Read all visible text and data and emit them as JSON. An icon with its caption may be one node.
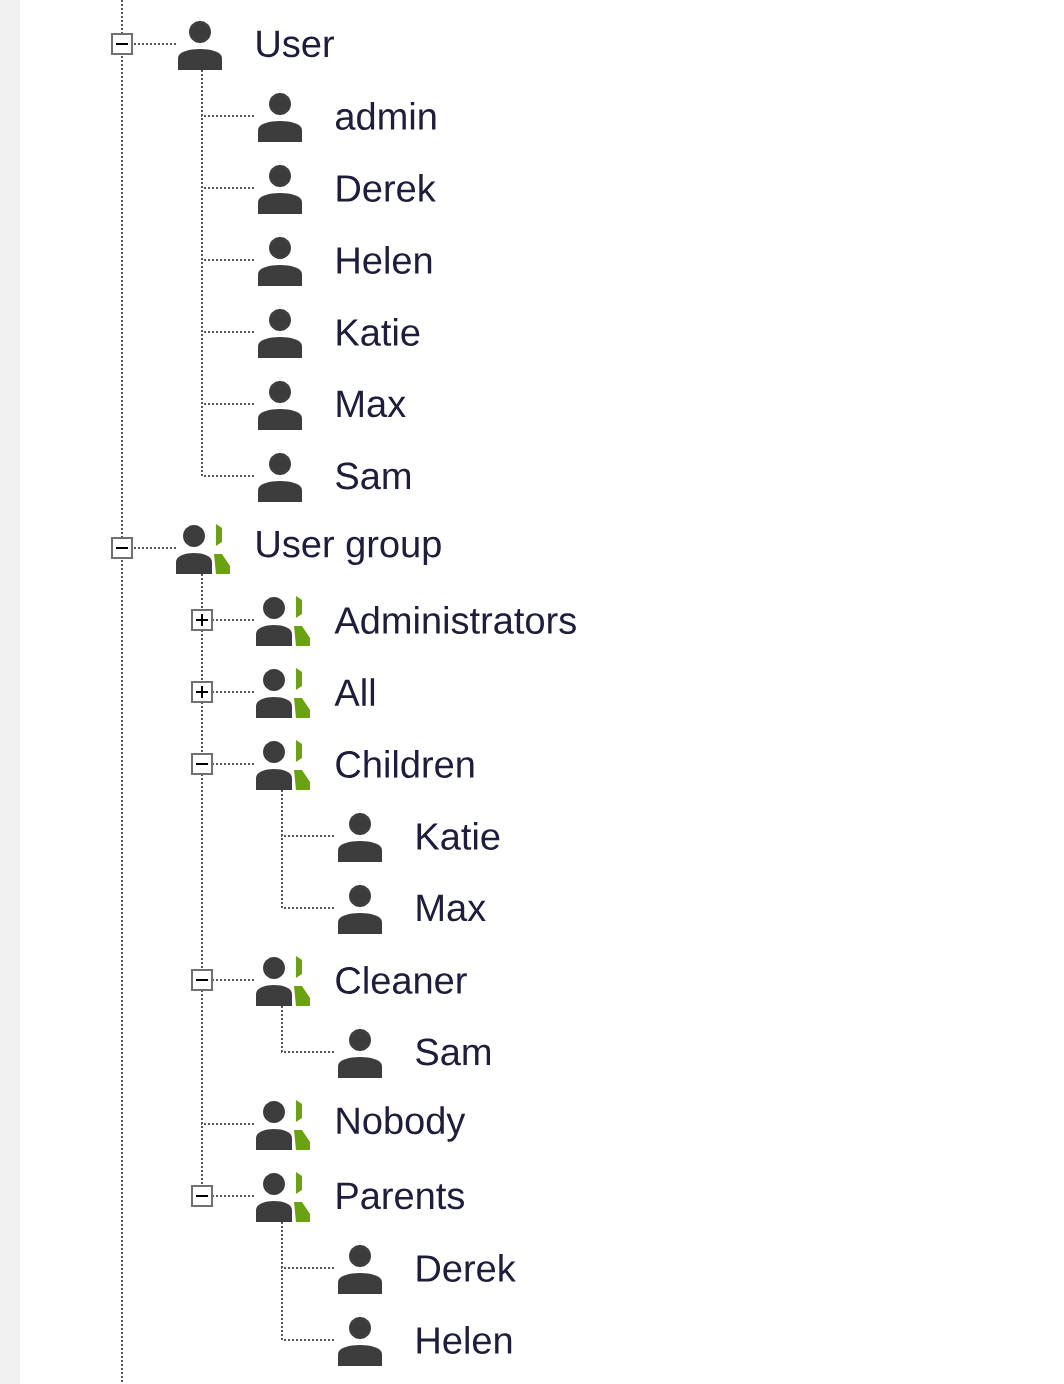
{
  "diagram": {
    "nodes": [
      {
        "text": [
          "User"
        ]
      },
      {
        "text": [
          "admin"
        ]
      },
      {
        "text": [
          "Derek"
        ]
      },
      {
        "text": [
          "Helen"
        ]
      },
      {
        "text": [
          "Katie"
        ]
      },
      {
        "text": [
          "Max"
        ]
      },
      {
        "text": [
          "Sam"
        ]
      },
      {
        "text": [
          "User group"
        ]
      },
      {
        "text": [
          "Administrators"
        ]
      },
      {
        "text": [
          "All"
        ]
      },
      {
        "text": [
          "Children"
        ]
      },
      {
        "text": [
          "Katie"
        ]
      },
      {
        "text": [
          "Max"
        ]
      },
      {
        "text": [
          "Cleaner"
        ]
      },
      {
        "text": [
          "Sam"
        ]
      },
      {
        "text": [
          "Nobody"
        ]
      },
      {
        "text": [
          "Parents"
        ]
      },
      {
        "text": [
          "Derek"
        ]
      },
      {
        "text": [
          "Helen"
        ]
      }
    ],
    "edges": [
      {
        "from": null,
        "to": 0,
        "arrow": "none"
      },
      {
        "from": 0,
        "to": 1,
        "arrow": "none"
      },
      {
        "from": 0,
        "to": 2,
        "arrow": "none"
      },
      {
        "from": 0,
        "to": 3,
        "arrow": "none"
      },
      {
        "from": 0,
        "to": 4,
        "arrow": "none"
      },
      {
        "from": 0,
        "to": 5,
        "arrow": "none"
      },
      {
        "from": 0,
        "to": 6,
        "arrow": "none"
      },
      {
        "from": null,
        "to": 7,
        "arrow": "none"
      },
      {
        "from": 7,
        "to": 8,
        "arrow": "none"
      },
      {
        "from": 7,
        "to": 9,
        "arrow": "none"
      },
      {
        "from": 7,
        "to": 10,
        "arrow": "none"
      },
      {
        "from": 10,
        "to": 11,
        "arrow": "none"
      },
      {
        "from": 10,
        "to": 12,
        "arrow": "none"
      },
      {
        "from": 7,
        "to": 13,
        "arrow": "none"
      },
      {
        "from": 13,
        "to": 14,
        "arrow": "none"
      },
      {
        "from": 7,
        "to": 15,
        "arrow": "none"
      },
      {
        "from": 7,
        "to": 16,
        "arrow": "none"
      },
      {
        "from": 16,
        "to": 17,
        "arrow": "none"
      },
      {
        "from": 16,
        "to": 18,
        "arrow": "none"
      }
    ]
  }
}
